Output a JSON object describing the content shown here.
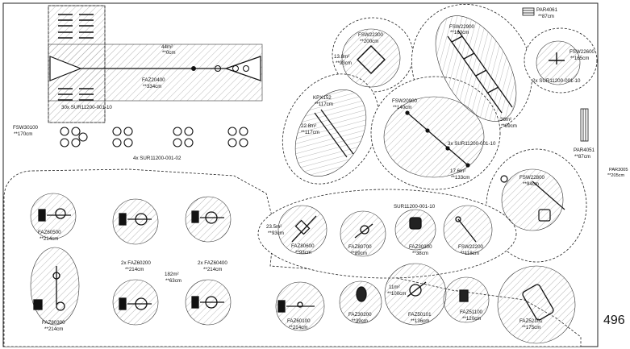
{
  "page_number": "496",
  "labels": {
    "fsw30100": "FSW30100",
    "fsw30100_h": "**170cm",
    "area_44": "44m²",
    "area_44_h": "**0cm",
    "faz20400": "FAZ20400",
    "faz20400_h": "**334cm",
    "sur_30x": "30x SUR11200-001-10",
    "sur_4x": "4x SUR11200-001-02",
    "fsw22300": "FSW22300",
    "fsw22300_h": "**200cm",
    "area_13_8": "13.8m²",
    "area_13_8_h": "**93cm",
    "fsw22900": "FSW22900",
    "fsw22900_h": "**163cm",
    "area_36": "36m²",
    "area_36_h": "**89cm",
    "par4061": "PAR4061",
    "par4061_h": "**87cm",
    "fsw22600": "FSW22600",
    "fsw22600_h": "**165cm",
    "sur_2x": "2x SUR11200-001-10",
    "kpx152": "KPX152",
    "kpx152_h": "**117cm",
    "area_22_8": "22.8m²",
    "area_22_8_h": "**117cm",
    "fsw20900": "FSW20900",
    "fsw20900_h": "**140cm",
    "sur_3x": "3x SUR11200-001-10",
    "area_17_6": "17.6m²",
    "area_17_6_h": "**133cm",
    "par4051": "PAR4051",
    "par4051_h": "**87cm",
    "par3005": "PAR3005",
    "par3005_h": "**205cm",
    "fsw22800": "FSW22800",
    "fsw22800_h": "**94cm",
    "sur_single": "SUR11200-001-10",
    "faz60500": "FAZ60500",
    "faz60500_h": "**214cm",
    "faz60200": "2x FAZ60200",
    "faz60200_h": "**214cm",
    "faz60400": "2x FAZ60400",
    "faz60400_h": "**214cm",
    "area_182": "182m²",
    "area_182_h": "**63cm",
    "area_23_5": "23.5m²",
    "area_23_5_h": "**93cm",
    "faz80600": "FAZ80600",
    "faz80600_h": "**93cm",
    "faz80700": "FAZ80700",
    "faz80700_h": "**89cm",
    "faz30300": "FAZ30300",
    "faz30300_h": "**38cm",
    "fsw22200": "FSW22200",
    "fsw22200_h": "**118cm",
    "faz80300": "FAZ80300",
    "faz80300_h": "**214cm",
    "faz60100": "FAZ60100",
    "faz60100_h": "**214cm",
    "faz30200": "FAZ30200",
    "faz30200_h": "**39cm",
    "area_11": "11m²",
    "area_11_h": "**100cm",
    "faz50101": "FAZ50101",
    "faz50101_h": "**136cm",
    "faz51100": "FAZ51100",
    "faz51100_h": "**120cm",
    "faz52101": "FAZ52101",
    "faz52101_h": "**175cm"
  }
}
